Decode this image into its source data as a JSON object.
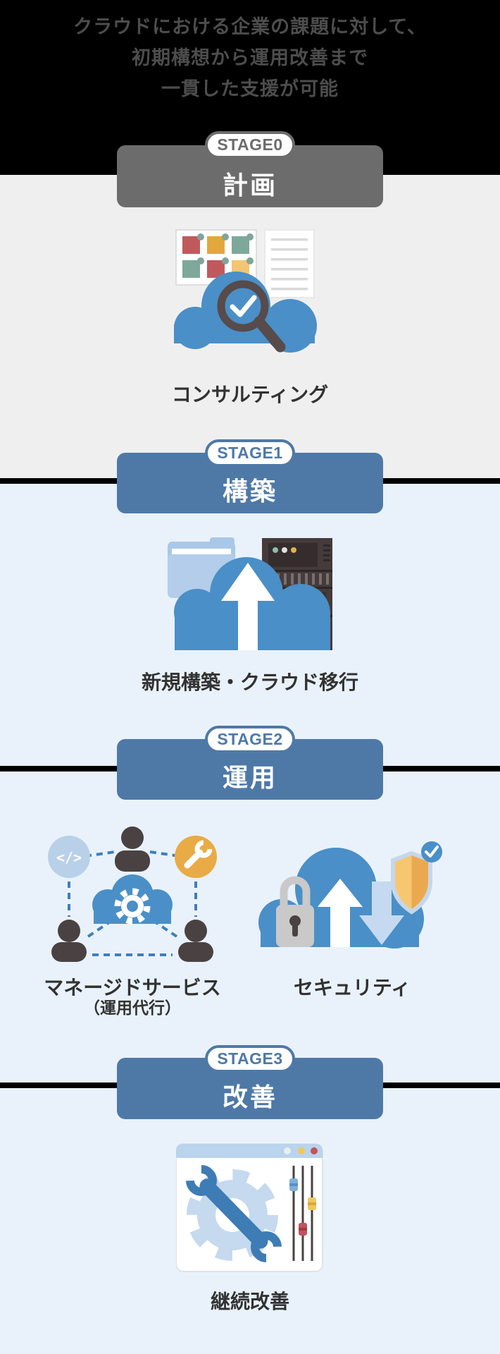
{
  "header": {
    "line1": "クラウドにおける企業の課題に対して、",
    "line2": "初期構想から運用改善まで",
    "line3": "一貫した支援が可能"
  },
  "stages": [
    {
      "badge": "STAGE0",
      "title": "計画",
      "items": [
        {
          "label": "コンサルティング",
          "icon": "cloud-magnifier-check"
        }
      ]
    },
    {
      "badge": "STAGE1",
      "title": "構築",
      "items": [
        {
          "label": "新規構築・クラウド移行",
          "icon": "folder-server-cloud-upload"
        }
      ]
    },
    {
      "badge": "STAGE2",
      "title": "運用",
      "items": [
        {
          "label": "マネージドサービス",
          "sublabel": "（運用代行）",
          "icon": "people-cloud-gear-network"
        },
        {
          "label": "セキュリティ",
          "icon": "cloud-lock-shield"
        }
      ]
    },
    {
      "badge": "STAGE3",
      "title": "改善",
      "items": [
        {
          "label": "継続改善",
          "icon": "browser-gear-wrench-sliders"
        }
      ]
    }
  ],
  "icons": {
    "code_symbol": "</>"
  },
  "colors": {
    "header_bg": "#000000",
    "header_text": "#4d4d4d",
    "stage0_gray": "#6c6c6c",
    "stage_blue": "#4e79a7",
    "bg_gray": "#efefef",
    "bg_light_blue": "#e9f2fb",
    "divider_black": "#000000",
    "cloud_blue": "#4a8fc7",
    "label_text": "#323232",
    "note_red": "#c1595c",
    "note_orange": "#e2a83d",
    "note_teal": "#7ea99a",
    "accent_orange_circle": "#e8ab45",
    "shield_fill": "#f7c671",
    "browser_dot_red": "#c4525a",
    "browser_dot_yellow": "#f0c75e"
  }
}
